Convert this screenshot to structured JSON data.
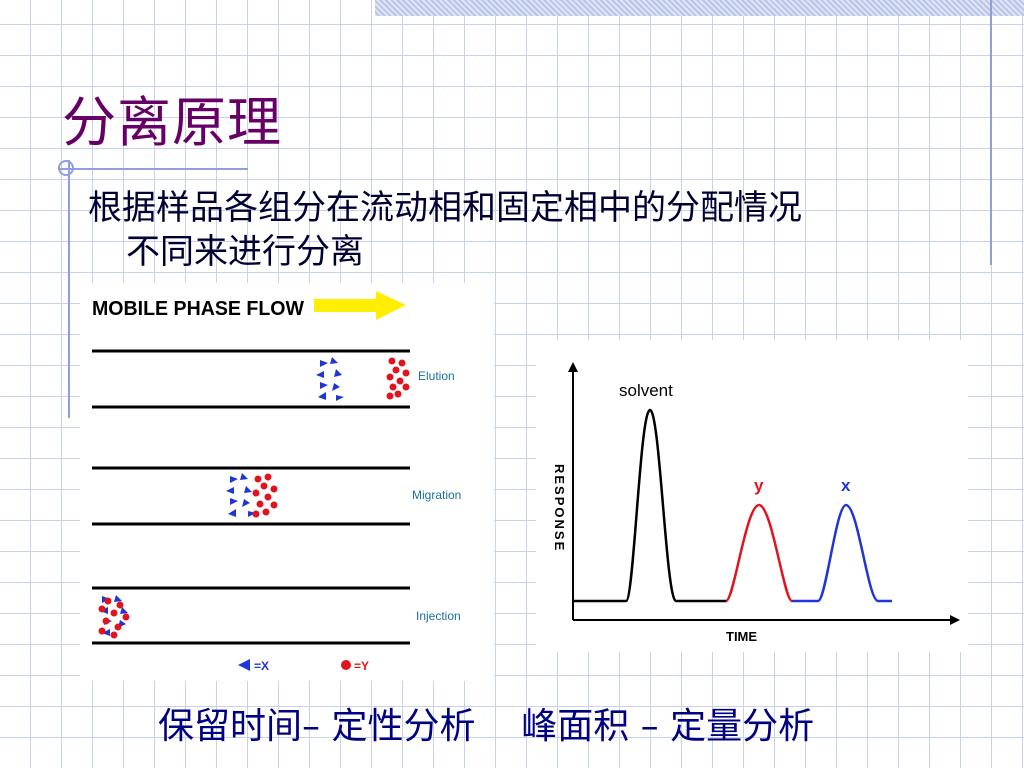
{
  "slide": {
    "title": "分离原理",
    "bullet_line1": "根据样品各组分在流动相和固定相中的分配情况",
    "bullet_line2": "不同来进行分离",
    "bottom_text": "保留时间– 定性分析    峰面积 – 定量分析"
  },
  "diagram": {
    "flow_label": "MOBILE PHASE FLOW",
    "stages": [
      {
        "label": "Elution"
      },
      {
        "label": "Migration"
      },
      {
        "label": "Injection"
      }
    ],
    "legend": {
      "x_label": "=X",
      "y_label": "=Y"
    },
    "colors": {
      "x": "#1f35d6",
      "y": "#e0141e",
      "arrow": "#ffee00",
      "label": "#1a6f9a"
    }
  },
  "chromatogram": {
    "xlabel": "TIME",
    "ylabel": "RESPONSE",
    "peaks": [
      {
        "label": "solvent",
        "color": "#000000"
      },
      {
        "label": "y",
        "color": "#e0141e"
      },
      {
        "label": "x",
        "color": "#1f35d6"
      }
    ]
  }
}
